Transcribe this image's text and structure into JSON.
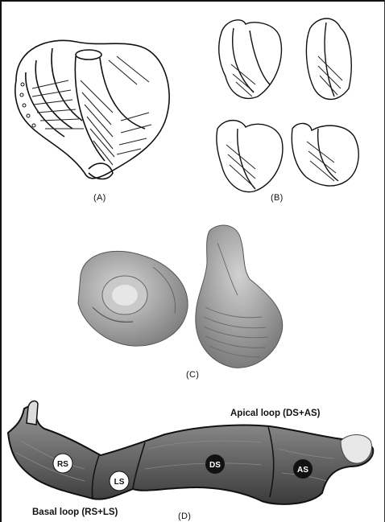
{
  "panels": {
    "a": {
      "label": "(A)"
    },
    "b": {
      "label": "(B)"
    },
    "c": {
      "label": "(C)"
    },
    "d": {
      "label": "(D)",
      "apical_loop": "Apical loop (DS+AS)",
      "basal_loop": "Basal loop (RS+LS)",
      "segments": [
        "RS",
        "LS",
        "DS",
        "AS"
      ]
    }
  }
}
